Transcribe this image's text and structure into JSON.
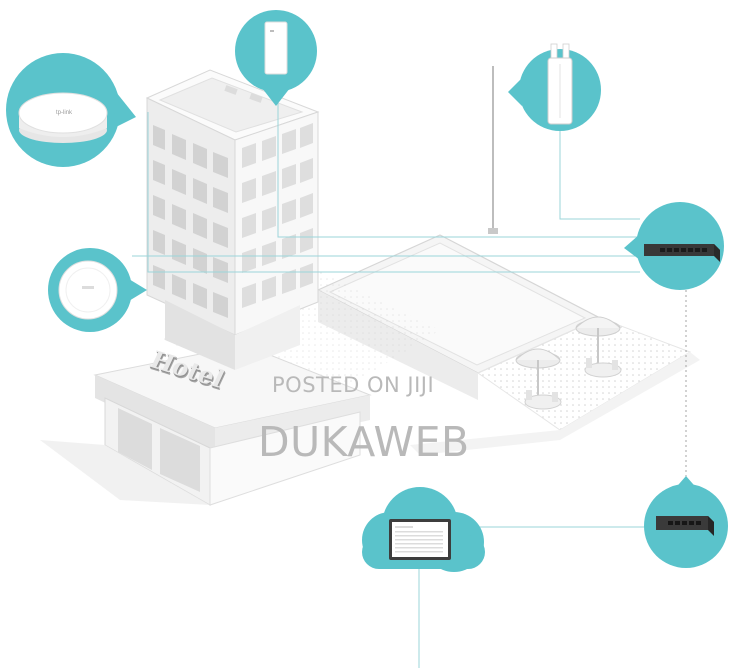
{
  "sign": {
    "hotel": "Hotel"
  },
  "watermark": {
    "line1": "POSTED ON JIJI",
    "line2": "DUKAWEB"
  },
  "device_brand_mark": "tp-link",
  "colors": {
    "accent": "#5ac3cb",
    "accent_dark": "#3aa9b2",
    "building": "#f1f1f1",
    "building_shade": "#d9d9d9",
    "line": "#9bd5da"
  },
  "devices": [
    {
      "name": "ceiling-access-point",
      "icon": "ceiling-ap-icon"
    },
    {
      "name": "wall-plate-access-point",
      "icon": "wall-ap-icon"
    },
    {
      "name": "outdoor-access-point",
      "icon": "outdoor-ap-icon"
    },
    {
      "name": "small-ceiling-access-point",
      "icon": "small-ap-icon"
    },
    {
      "name": "poe-switch",
      "icon": "switch-icon"
    },
    {
      "name": "gateway-router",
      "icon": "router-icon"
    },
    {
      "name": "cloud-controller",
      "icon": "cloud-laptop-icon"
    }
  ]
}
